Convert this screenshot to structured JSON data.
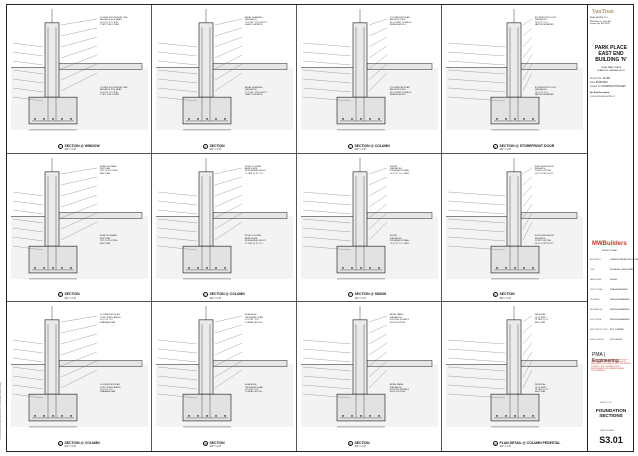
{
  "sheet": {
    "side_note": "G:\\Projects\\Park Place East End\\S3.01 Foundation Sections.dwg"
  },
  "title_block": {
    "firm": "VanTrust",
    "firm_sub": "REAL ESTATE, LLC",
    "firm_address": "4900 Main St., Suite 400\nKansas City, MO 64112",
    "project_name": "PARK PLACE EAST END BUILDING 'N'",
    "project_location": "TOWN PARK PLACE\nLEAWOOD, KANSAS 66211",
    "project_no_label": "Project No.",
    "project_no": "22-000",
    "date_label": "Date",
    "date": "05.08.2024",
    "issued_label": "Issued for",
    "issued": "CONSTRUCTION SET",
    "rev_header": "No.   Date      Description",
    "rev_row": "1    09.26.2024    BULLETIN #1",
    "contractor": "MWBuilders",
    "contractor_sub": "PROJECT TEAM",
    "team": [
      {
        "role": "ARCHITECT",
        "name": "CHANCE FIRM ARCHITECTURE"
      },
      {
        "role": "CIVIL",
        "name": "SCHLAGEL & ASSOCIATES"
      },
      {
        "role": "LANDSCAPE",
        "name": "SLA INC."
      },
      {
        "role": "STRUCTURAL",
        "name": "PMA ENGINEERING"
      },
      {
        "role": "PLUMBING",
        "name": "SMITH ENGINEERING"
      },
      {
        "role": "MECHANICAL",
        "name": "SMITH ENGINEERING"
      },
      {
        "role": "ELECTRICAL",
        "name": "SMITH ENGINEERING"
      },
      {
        "role": "FIRE PROTECTION",
        "name": "MCD COMPANY"
      },
      {
        "role": "SHELL DESIGN",
        "name": "OKC DESIGN"
      }
    ],
    "engineer": "PMA | Engineering",
    "stamp_text": "THE STRUCTURAL ENGINEER OF RECORD HAS REVIEWED THESE DRAWINGS FOR GENERAL CONFORMANCE WITH THE DESIGN CONCEPT. THE CONTRACTOR IS RESPONSIBLE FOR DIMENSIONS AND COORDINATION.",
    "sheet_title_label": "SHEET TITLE",
    "sheet_title": "FOUNDATION SECTIONS",
    "sheet_number_label": "SHEET NUMBER",
    "sheet_number": "S3.01"
  },
  "panels": [
    {
      "title": "SECTION @ WINDOW",
      "scale": "3/4\" = 1'-0\"",
      "num": "1",
      "notes": "CLOSED PULTRUSION LINE\nSEE ARCH FOR HEAD\n#4 @ 12\" O.C. E.W.\n2\" BOTTOM COVER"
    },
    {
      "title": "SECTION",
      "scale": "3/4\" = 1'-0\"",
      "num": "2",
      "notes": "METAL FLASHING\n(SEE ARCH)\n#5 CONT. TOP & BOTT.\nLEAN CONCRETE"
    },
    {
      "title": "SECTION @ COLUMN",
      "scale": "3/4\" = 1'-0\"",
      "num": "3",
      "notes": "COLUMN PER PLAN\nANCHOR RODS\n(4) #5 VERT. DOWELS\nGRANULAR FILL"
    },
    {
      "title": "SECTION @ STOREFRONT DOOR",
      "scale": "3/4\" = 1'-0\"",
      "num": "4",
      "notes": "STOREFRONT DOOR\n(SEE ARCH)\n#4 @ 12\" O.C.\nVAPOR RETARDER"
    },
    {
      "title": "SECTION",
      "scale": "3/4\" = 1'-0\"",
      "num": "5",
      "notes": "SLAB ON GRADE\nPER PLAN\nTOP OF FOOTING\nSEE PLAN"
    },
    {
      "title": "SECTION @ COLUMN",
      "scale": "3/4\" = 1'-0\"",
      "num": "6",
      "notes": "STEEL COLUMN\nBASE PLATE\nNON-SHRINK GROUT\n#5 TIES @ 12\" O.C."
    },
    {
      "title": "SECTION @ SIDING",
      "scale": "3/4\" = 1'-0\"",
      "num": "7",
      "notes": "SIDING\n(SEE ARCH)\nFOUNDATION WALL\n#5 @ 12\" O.C. VERT."
    },
    {
      "title": "SECTION",
      "scale": "3/4\" = 1'-0\"",
      "num": "8",
      "notes": "RIGID INSULATION\nSEE ARCH\nCONT. FOOTING\n(3) #5 CONT. BOTT."
    },
    {
      "title": "SECTION @ COLUMN",
      "scale": "3/4\" = 1'-0\"",
      "num": "9",
      "notes": "COLUMN PER PLAN\nCONT. STEEL ANGLE\n#4 @ 16\" O.C.\nDRAINAGE MAT"
    },
    {
      "title": "SECTION",
      "scale": "3/4\" = 1'-0\"",
      "num": "10",
      "notes": "SLAB EDGE\nTHICKENED SLAB\n#5 CONT. TOP\nCOMPACTED FILL"
    },
    {
      "title": "SECTION",
      "scale": "3/4\" = 1'-0\"",
      "num": "11",
      "notes": "METAL PANEL\n(SEE ARCH)\nFOOTING DOWELS\nSTEP FOOTING"
    },
    {
      "title": "PLAN DETAIL @ COLUMN PEDESTAL",
      "scale": "3/4\" = 1'-0\"",
      "num": "12",
      "notes": "PEDESTAL\n(4) #6 VERT.\n#3 TIES @ 12\"\nSEE PLAN"
    }
  ]
}
